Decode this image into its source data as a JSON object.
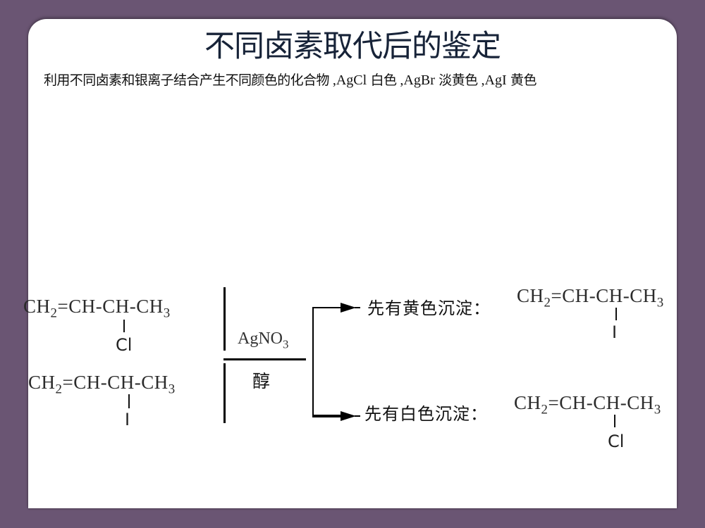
{
  "slide": {
    "title": "不同卤素取代后的鉴定",
    "intro": {
      "part1": "利用不同卤素和银离子结合产生不同颜色的化合物",
      "sep1": " ,",
      "agcl": "AgCl",
      "agcl_color": " 白色",
      "sep2": " ,",
      "agbr": "AgBr",
      "agbr_color": " 淡黄色",
      "sep3": " ,",
      "agi": "AgI",
      "agi_color": " 黄色"
    }
  },
  "diagram": {
    "reactants": [
      {
        "main_chain": [
          "CH",
          "2",
          "=CH-CH-CH",
          "3"
        ],
        "substituent": "Cl"
      },
      {
        "main_chain": [
          "CH",
          "2",
          "=CH-CH-CH",
          "3"
        ],
        "substituent": "I"
      }
    ],
    "reagent": {
      "name": "AgNO",
      "subscript": "3",
      "solvent": "醇"
    },
    "outcomes": [
      {
        "label": "先有黄色沉淀：",
        "main_chain": [
          "CH",
          "2",
          "=CH-CH-CH",
          "3"
        ],
        "substituent": "I"
      },
      {
        "label": "先有白色沉淀：",
        "main_chain": [
          "CH",
          "2",
          "=CH-CH-CH",
          "3"
        ],
        "substituent": "Cl"
      }
    ]
  },
  "colors": {
    "background": "#6a5573",
    "card": "#ffffff",
    "title": "#172338",
    "text": "#111111"
  }
}
